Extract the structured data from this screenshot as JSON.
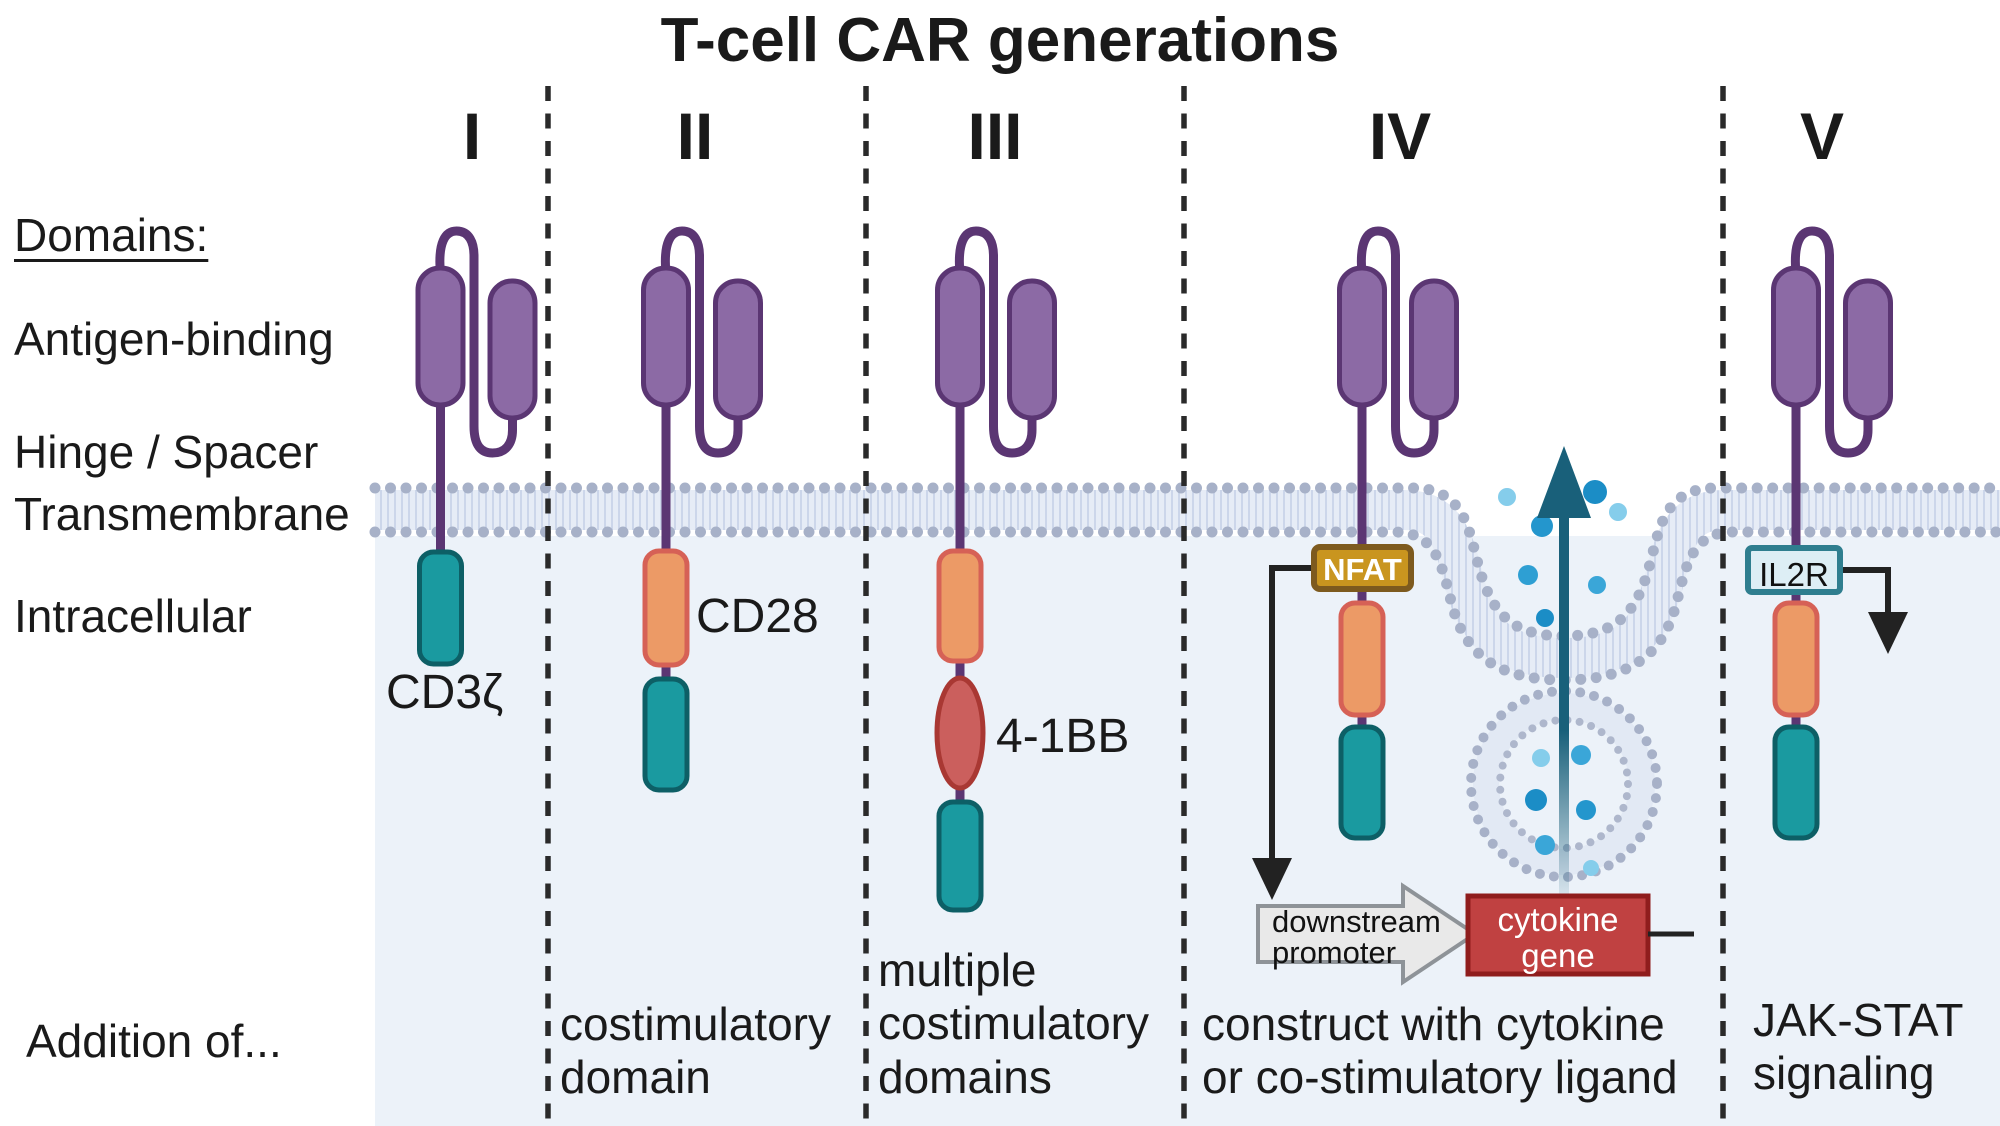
{
  "title": "T-cell CAR generations",
  "left_labels": {
    "domains_heading": "Domains:",
    "antigen_binding": "Antigen-binding",
    "hinge_spacer": "Hinge / Spacer",
    "transmembrane": "Transmembrane",
    "intracellular": "Intracellular",
    "addition": "Addition of..."
  },
  "generations": [
    {
      "numeral": "I",
      "label": "CD3ζ",
      "caption_lines": []
    },
    {
      "numeral": "II",
      "label": "CD28",
      "caption_lines": [
        "costimulatory",
        "domain"
      ]
    },
    {
      "numeral": "III",
      "label": "4-1BB",
      "caption_lines": [
        "multiple",
        "costimulatory",
        "domains"
      ]
    },
    {
      "numeral": "IV",
      "caption_lines": [
        "construct with cytokine",
        "or co-stimulatory ligand"
      ],
      "nfat": "NFAT",
      "promoter_lines": [
        "downstream",
        "promoter"
      ],
      "gene_lines": [
        "cytokine",
        "gene"
      ]
    },
    {
      "numeral": "V",
      "caption_lines": [
        "JAK-STAT",
        "signaling"
      ],
      "receptor": "IL2R"
    }
  ],
  "colors": {
    "antigen_binding_fill": "#8c6aa5",
    "antigen_binding_stroke": "#5b3673",
    "stem_purple": "#5b3673",
    "teal_fill": "#1a9aa0",
    "teal_stroke": "#0d5f66",
    "orange_fill": "#ec9a66",
    "orange_stroke": "#d66156",
    "red_fill": "#cb5f5d",
    "red_stroke": "#a93833",
    "nfat_fill": "#c9951f",
    "nfat_stroke": "#7d5a1e",
    "il2r_fill": "#ddeef5",
    "il2r_stroke": "#2f7e8f",
    "gene_fill": "#c04141",
    "gene_stroke": "#8f1d1d",
    "promoter_fill": "#e9e9e9",
    "promoter_stroke": "#8e9398",
    "membrane_bead": "#a7b1c8",
    "membrane_tail": "#e2e9f4",
    "cytokine_dark": "#1b8dc6",
    "cytokine_mid": "#3aa6d8",
    "cytokine_light": "#85cdeb",
    "secretion_arrow": "#19607a",
    "intracellular_bg": "#ecf2f9",
    "divider": "#2a2a2a"
  }
}
